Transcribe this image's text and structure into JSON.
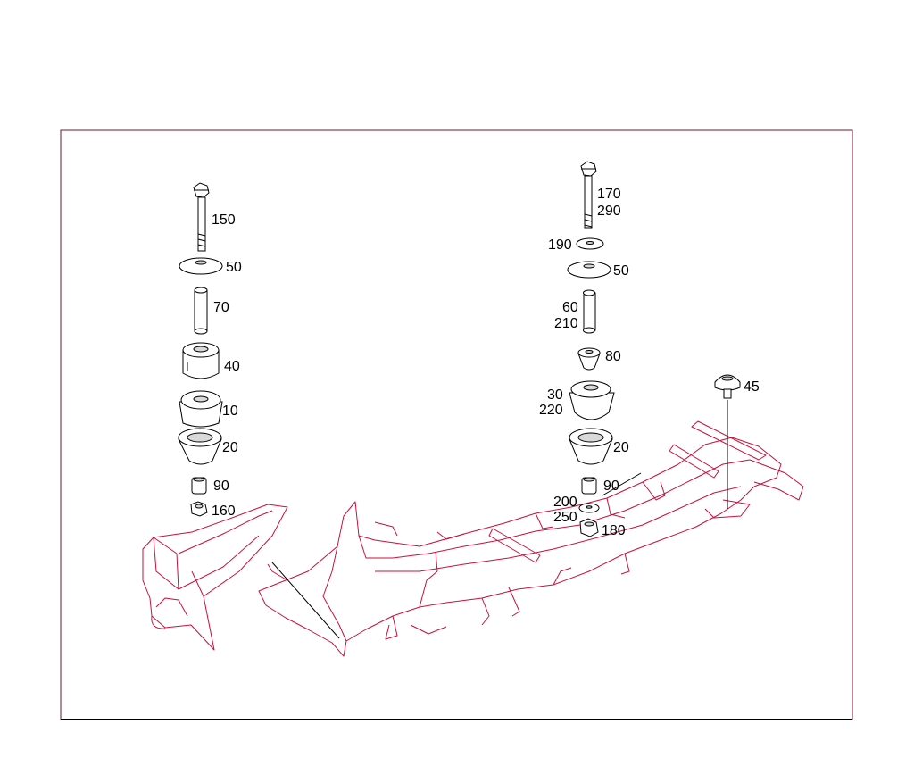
{
  "diagram": {
    "colors": {
      "frame": "#c8103e",
      "ink": "#000000",
      "border": "#000000"
    },
    "left_stack": {
      "p150": "150",
      "p50": "50",
      "p70": "70",
      "p40": "40",
      "p10": "10",
      "p20": "20",
      "p90": "90",
      "p160": "160"
    },
    "right_stack": {
      "p170": "170",
      "p290": "290",
      "p190": "190",
      "p50": "50",
      "p60": "60",
      "p210": "210",
      "p80": "80",
      "p30": "30",
      "p220": "220",
      "p20": "20",
      "p90": "90",
      "p200": "200",
      "p250": "250",
      "p180": "180"
    },
    "right_single": {
      "p45": "45"
    }
  }
}
